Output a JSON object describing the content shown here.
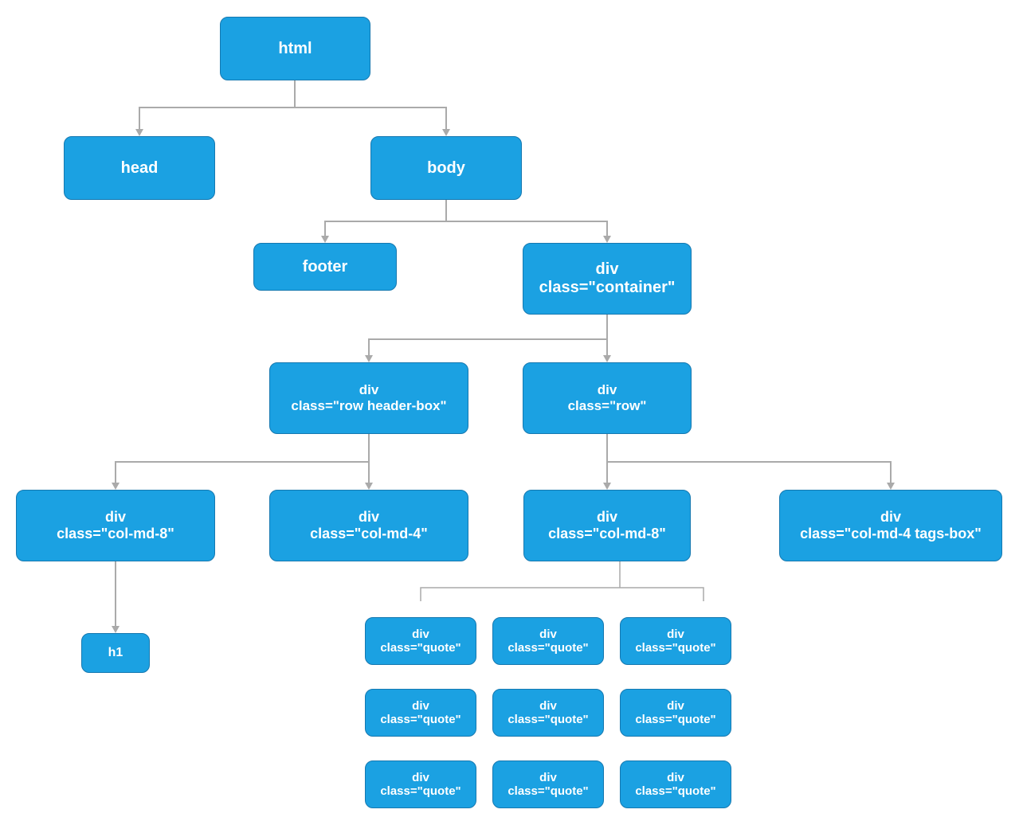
{
  "nodes": {
    "html": {
      "lines": [
        "html"
      ]
    },
    "head": {
      "lines": [
        "head"
      ]
    },
    "body": {
      "lines": [
        "body"
      ]
    },
    "footer": {
      "lines": [
        "footer"
      ]
    },
    "container": {
      "lines": [
        "div",
        "class=\"container\""
      ]
    },
    "header_box": {
      "lines": [
        "div",
        "class=\"row header-box\""
      ]
    },
    "row": {
      "lines": [
        "div",
        "class=\"row\""
      ]
    },
    "col_md_8_a": {
      "lines": [
        "div",
        "class=\"col-md-8\""
      ]
    },
    "col_md_4_a": {
      "lines": [
        "div",
        "class=\"col-md-4\""
      ]
    },
    "col_md_8_b": {
      "lines": [
        "div",
        "class=\"col-md-8\""
      ]
    },
    "tags_box": {
      "lines": [
        "div",
        "class=\"col-md-4 tags-box\""
      ]
    },
    "h1": {
      "lines": [
        "h1"
      ]
    }
  },
  "quotes": [
    {
      "lines": [
        "div",
        "class=\"quote\""
      ]
    },
    {
      "lines": [
        "div",
        "class=\"quote\""
      ]
    },
    {
      "lines": [
        "div",
        "class=\"quote\""
      ]
    },
    {
      "lines": [
        "div",
        "class=\"quote\""
      ]
    },
    {
      "lines": [
        "div",
        "class=\"quote\""
      ]
    },
    {
      "lines": [
        "div",
        "class=\"quote\""
      ]
    },
    {
      "lines": [
        "div",
        "class=\"quote\""
      ]
    },
    {
      "lines": [
        "div",
        "class=\"quote\""
      ]
    },
    {
      "lines": [
        "div",
        "class=\"quote\""
      ]
    }
  ],
  "edges": [
    {
      "from": "html",
      "to": "head"
    },
    {
      "from": "html",
      "to": "body"
    },
    {
      "from": "body",
      "to": "footer"
    },
    {
      "from": "body",
      "to": "container"
    },
    {
      "from": "container",
      "to": "header_box"
    },
    {
      "from": "container",
      "to": "row"
    },
    {
      "from": "header_box",
      "to": "col_md_8_a"
    },
    {
      "from": "header_box",
      "to": "col_md_4_a"
    },
    {
      "from": "row",
      "to": "col_md_8_b"
    },
    {
      "from": "row",
      "to": "tags_box"
    },
    {
      "from": "col_md_8_a",
      "to": "h1"
    },
    {
      "from": "col_md_8_b",
      "to": "quotes",
      "style": "bracket"
    }
  ],
  "colors": {
    "node_fill": "#1ba1e2",
    "node_border": "#1578b0",
    "node_text": "#ffffff",
    "connector": "#aaaaaa"
  }
}
